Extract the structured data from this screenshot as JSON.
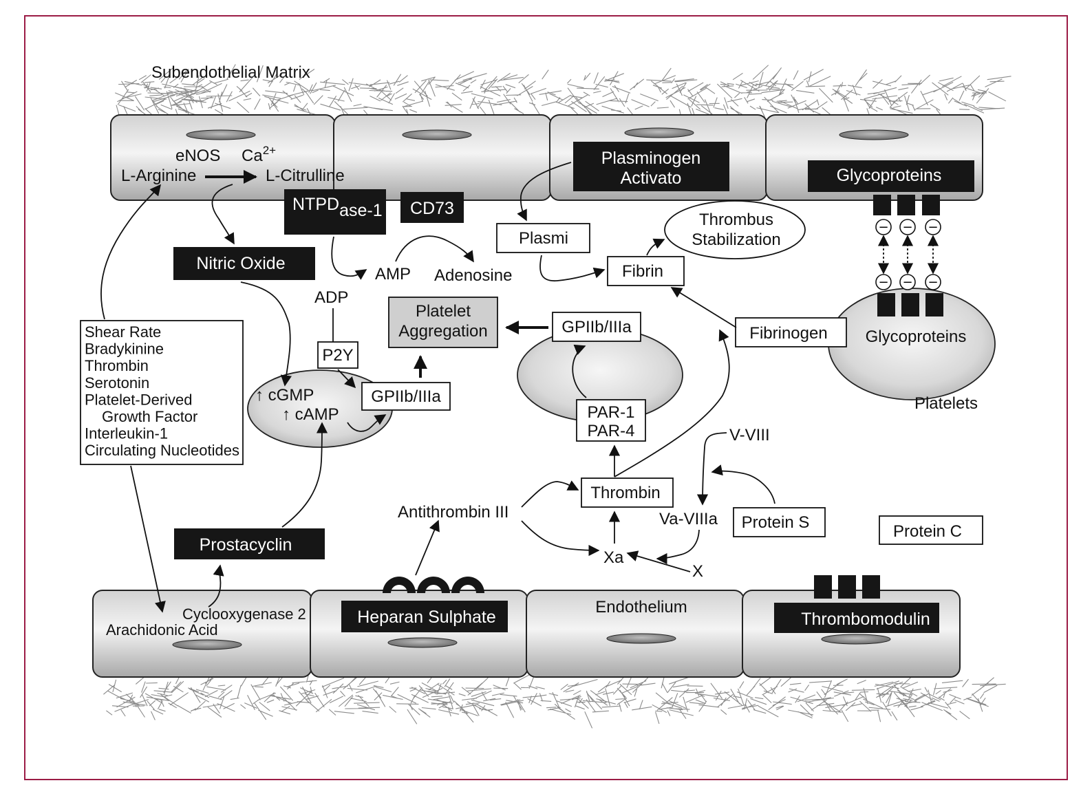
{
  "diagram": {
    "title": "Subendothelial Matrix",
    "endothelium_label": "Endothelium",
    "platelets_label": "Platelets",
    "top_cells": {
      "enos": "eNOS",
      "ca_base": "Ca",
      "ca_sup": "2+",
      "l_arginine": "L-Arginine",
      "l_citrulline": "L-Citrulline",
      "ntpd_base": "NTPD",
      "ntpd_sub": "ase-1",
      "cd73": "CD73",
      "plasminogen_l1": "Plasminogen",
      "plasminogen_l2": "Activato",
      "glycoproteins_top": "Glycoproteins"
    },
    "middle": {
      "nitric_oxide": "Nitric Oxide",
      "plasmi": "Plasmi",
      "thrombus_l1": "Thrombus",
      "thrombus_l2": "Stabilization",
      "amp": "AMP",
      "adenosine": "Adenosine",
      "adp": "ADP",
      "fibrin": "Fibrin",
      "platelet_agg_l1": "Platelet",
      "platelet_agg_l2": "Aggregation",
      "gp_right": "GPIIb/IIIa",
      "fibrinogen": "Fibrinogen",
      "glycoproteins_platelet": "Glycoproteins",
      "p2y": "P2Y",
      "cgmp": "↑ cGMP",
      "camp": "↑ cAMP",
      "gp_left": "GPIIb/IIIa",
      "par1": "PAR-1",
      "par4": "PAR-4",
      "v_viii": "V-VIII",
      "thrombin": "Thrombin",
      "antithrombin": "Antithrombin III",
      "va_viiia": "Va-VIIIa",
      "protein_s": "Protein S",
      "protein_c": "Protein C",
      "xa": "Xa",
      "x": "X",
      "prostacyclin": "Prostacyclin",
      "minus_sign": "−"
    },
    "shear_list": [
      "Shear Rate",
      "Bradykinine",
      "Thrombin",
      "Serotonin",
      "Platelet-Derived",
      "Growth Factor",
      "Interleukin-1",
      "Circulating Nucleotides"
    ],
    "bottom_cells": {
      "cyclooxygenase": "Cyclooxygenase 2",
      "arachidonic": "Arachidonic Acid",
      "heparan": "Heparan Sulphate",
      "thrombomodulin": "Thrombomodulin"
    }
  }
}
